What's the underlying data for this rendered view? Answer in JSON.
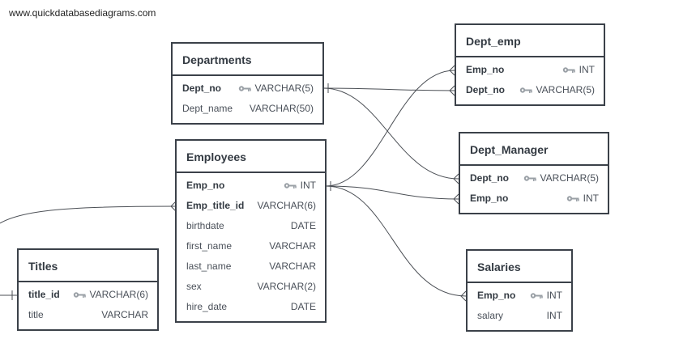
{
  "watermark": "www.quickdatabasediagrams.com",
  "tables": {
    "departments": {
      "title": "Departments",
      "columns": [
        {
          "name": "Dept_no",
          "type": "VARCHAR(5)",
          "pk": true
        },
        {
          "name": "Dept_name",
          "type": "VARCHAR(50)",
          "pk": false
        }
      ]
    },
    "dept_emp": {
      "title": "Dept_emp",
      "columns": [
        {
          "name": "Emp_no",
          "type": "INT",
          "pk": true
        },
        {
          "name": "Dept_no",
          "type": "VARCHAR(5)",
          "pk": true
        }
      ]
    },
    "dept_manager": {
      "title": "Dept_Manager",
      "columns": [
        {
          "name": "Dept_no",
          "type": "VARCHAR(5)",
          "pk": true
        },
        {
          "name": "Emp_no",
          "type": "INT",
          "pk": true
        }
      ]
    },
    "employees": {
      "title": "Employees",
      "columns": [
        {
          "name": "Emp_no",
          "type": "INT",
          "pk": true
        },
        {
          "name": "Emp_title_id",
          "type": "VARCHAR(6)",
          "pk": false,
          "fk": true
        },
        {
          "name": "birthdate",
          "type": "DATE",
          "pk": false
        },
        {
          "name": "first_name",
          "type": "VARCHAR",
          "pk": false
        },
        {
          "name": "last_name",
          "type": "VARCHAR",
          "pk": false
        },
        {
          "name": "sex",
          "type": "VARCHAR(2)",
          "pk": false
        },
        {
          "name": "hire_date",
          "type": "DATE",
          "pk": false
        }
      ]
    },
    "titles": {
      "title": "Titles",
      "columns": [
        {
          "name": "title_id",
          "type": "VARCHAR(6)",
          "pk": true
        },
        {
          "name": "title",
          "type": "VARCHAR",
          "pk": false
        }
      ]
    },
    "salaries": {
      "title": "Salaries",
      "columns": [
        {
          "name": "Emp_no",
          "type": "INT",
          "pk": true
        },
        {
          "name": "salary",
          "type": "INT",
          "pk": false
        }
      ]
    }
  }
}
